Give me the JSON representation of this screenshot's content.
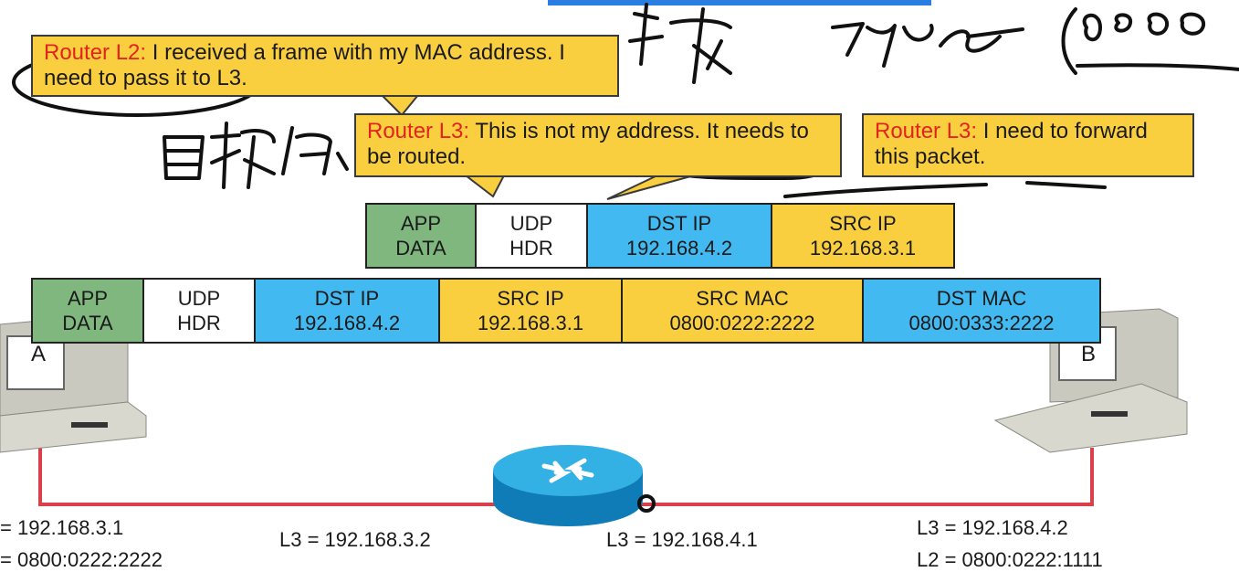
{
  "callouts": {
    "l2": {
      "who": "Router L2:",
      "text": " I received a frame with my MAC address. I need to pass it to L3."
    },
    "l3a": {
      "who": "Router L3:",
      "text": " This is not my address. It needs to be routed."
    },
    "l3b": {
      "who": "Router L3:",
      "text": " I need to forward this packet."
    }
  },
  "inner_packet": [
    {
      "l1": "APP",
      "l2": "DATA",
      "color": "#7fb77f"
    },
    {
      "l1": "UDP",
      "l2": "HDR",
      "color": "#ffffff"
    },
    {
      "l1": "DST IP",
      "l2": "192.168.4.2",
      "color": "#42b9f0"
    },
    {
      "l1": "SRC IP",
      "l2": "192.168.3.1",
      "color": "#f9cf3f"
    }
  ],
  "outer_frame": [
    {
      "l1": "APP",
      "l2": "DATA",
      "color": "#7fb77f"
    },
    {
      "l1": "UDP",
      "l2": "HDR",
      "color": "#ffffff"
    },
    {
      "l1": "DST IP",
      "l2": "192.168.4.2",
      "color": "#42b9f0"
    },
    {
      "l1": "SRC IP",
      "l2": "192.168.3.1",
      "color": "#f9cf3f"
    },
    {
      "l1": "SRC MAC",
      "l2": "0800:0222:2222",
      "color": "#f9cf3f"
    },
    {
      "l1": "DST MAC",
      "l2": "0800:0333:2222",
      "color": "#42b9f0"
    }
  ],
  "hosts": {
    "a": "A",
    "b": "B"
  },
  "addresses": {
    "a_l3": "= 192.168.3.1",
    "a_l2": "= 0800:0222:2222",
    "router_left": "L3 = 192.168.3.2",
    "router_right": "L3 = 192.168.4.1",
    "b_l3": "L3 = 192.168.4.2",
    "b_l2": "L2 = 0800:0222:1111"
  },
  "colors": {
    "callout": "#f9cf3f",
    "red_label": "#e3231f",
    "link": "#d9414a",
    "router": "#1aa0d8"
  }
}
